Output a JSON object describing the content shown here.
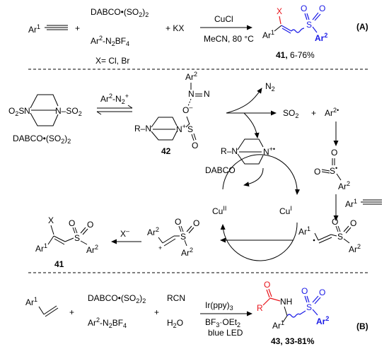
{
  "reaction_a": {
    "reactant_alkyne": "Ar",
    "reactant_alkyne_sup": "1",
    "plus1": "+",
    "reagent_top": "DABCO•(SO",
    "reagent_top_sub": "2",
    "reagent_top_end": ")",
    "reagent_top_sub2": "2",
    "reagent_bottom": "Ar",
    "reagent_bottom_sup": "2",
    "reagent_bottom_mid": "-N",
    "reagent_bottom_sub": "2",
    "reagent_bottom_end": "BF",
    "reagent_bottom_sub2": "4",
    "plus_kx": "+ KX",
    "catalyst": "CuCl",
    "conditions": "MeCN, 80 °C",
    "halide_note": "X= Cl, Br",
    "product_x": "X",
    "product_ar1": "Ar",
    "product_ar1_sup": "1",
    "product_s": "S",
    "product_o": "O",
    "product_ar2": "Ar",
    "product_ar2_sup": "2",
    "product_number": "41,",
    "product_yield": " 6-76%",
    "label": "(A)"
  },
  "mechanism": {
    "dabco_o2s_left": "O",
    "dabco_o2s_left_sub": "2",
    "dabco_o2s_left_end": "S",
    "dabco_n": "N",
    "dabco_so2_right": "N–SO",
    "dabco_so2_right_sub": "2",
    "dabco_name": "DABCO•(SO",
    "dabco_name_sub": "2",
    "dabco_name_end": ")",
    "dabco_name_sub2": "2",
    "arrow_reagent": "Ar",
    "arrow_reagent_sup": "2",
    "arrow_reagent_end": "-N",
    "arrow_reagent_sub": "2",
    "arrow_reagent_sup2": "+",
    "int42_ar2": "Ar",
    "int42_ar2_sup": "2",
    "int42_n": "N",
    "int42_nn": "N",
    "int42_o": "O",
    "int42_o_sup": "–",
    "int42_r": "R–N",
    "int42_nplus": "N",
    "int42_nplus_sup": "+",
    "int42_s": "S",
    "int42_o2": "O",
    "int42_number": "42",
    "n2": "N",
    "n2_sub": "2",
    "so2": "SO",
    "so2_sub": "2",
    "plus_ar2": "+",
    "ar2_radical": "Ar",
    "ar2_radical_sup": "2•",
    "radical_cation_r": "R–N",
    "radical_cation_n": "N",
    "radical_cation_sup": "+•",
    "sulfonyl_o1": "O",
    "sulfonyl_s": "S",
    "sulfonyl_s_sup": "•",
    "sulfonyl_o2": "O",
    "sulfonyl_ar": "Ar",
    "sulfonyl_ar_sup": "2",
    "dabco_label": "DABCO",
    "cu2": "Cu",
    "cu2_sup": "II",
    "cu1": "Cu",
    "cu1_sup": "I",
    "alkyne_ar1": "Ar",
    "alkyne_ar1_sup": "1",
    "vinyl_rad_ar1": "Ar",
    "vinyl_rad_ar1_sup": "1",
    "vinyl_rad_s": "S",
    "vinyl_rad_o1": "O",
    "vinyl_rad_o2": "O",
    "vinyl_rad_ar2": "Ar",
    "vinyl_rad_ar2_sup": "2",
    "vinyl_cat_ar2": "Ar",
    "vinyl_cat_ar2_sup": "2",
    "vinyl_cat_plus": "+",
    "vinyl_cat_s": "S",
    "vinyl_cat_o1": "O",
    "vinyl_cat_o2": "O",
    "vinyl_cat_ar2b": "Ar",
    "vinyl_cat_ar2b_sup": "2",
    "halide_anion": "X",
    "halide_anion_sup": "–",
    "prod_x": "X",
    "prod_ar1": "Ar",
    "prod_ar1_sup": "1",
    "prod_s": "S",
    "prod_o1": "O",
    "prod_o2": "O",
    "prod_ar2": "Ar",
    "prod_ar2_sup": "2",
    "prod_number": "41"
  },
  "reaction_b": {
    "alkene_ar1": "Ar",
    "alkene_ar1_sup": "1",
    "plus1": "+",
    "reagent_top": "DABCO•(SO",
    "reagent_top_sub": "2",
    "reagent_top_end": ")",
    "reagent_top_sub2": "2",
    "reagent_bottom": "Ar",
    "reagent_bottom_sup": "2",
    "reagent_bottom_mid": "-N",
    "reagent_bottom_sub": "2",
    "reagent_bottom_end": "BF",
    "reagent_bottom_sub2": "4",
    "plus2": "+",
    "rcn": "RCN",
    "water": "H",
    "water_sub": "2",
    "water_end": "O",
    "catalyst": "Ir(ppy)",
    "catalyst_sub": "3",
    "lewis_acid": "BF",
    "lewis_acid_sub": "3",
    "lewis_acid_end": "·OEt",
    "lewis_acid_sub2": "2",
    "light": "blue LED",
    "product_o": "O",
    "product_r": "R",
    "product_nh": "NH",
    "product_ar1": "Ar",
    "product_ar1_sup": "1",
    "product_s": "S",
    "product_o2": "O",
    "product_o3": "O",
    "product_ar2": "Ar",
    "product_ar2_sup": "2",
    "product_number": "43",
    "product_yield": ", 33-81%",
    "label": "(B)"
  }
}
